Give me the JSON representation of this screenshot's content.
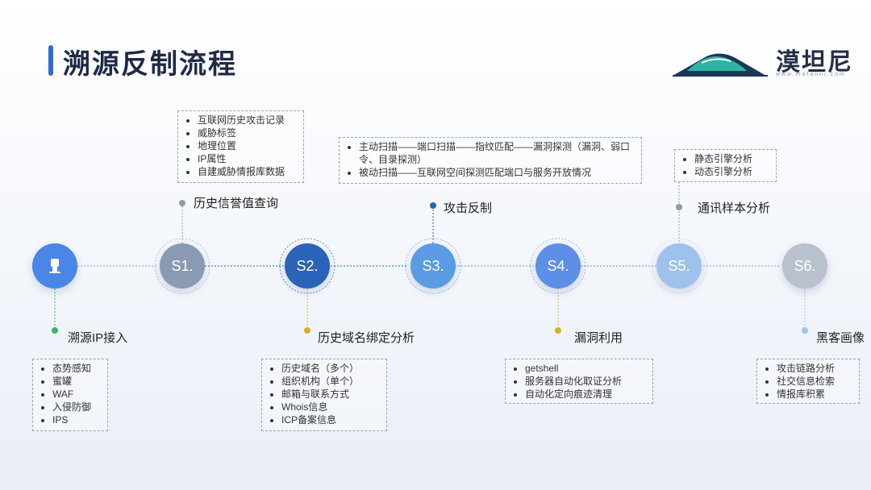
{
  "header": {
    "title": "溯源反制流程"
  },
  "brand": {
    "name": "漠坦尼",
    "url": "www.motanni.com"
  },
  "start": {
    "label": "溯源IP接入",
    "items": [
      "态势感知",
      "蜜罐",
      "WAF",
      "入侵防御",
      "IPS"
    ]
  },
  "steps": [
    {
      "id": "S1.",
      "label": "历史信誉值查询",
      "items": [
        "互联网历史攻击记录",
        "威胁标签",
        "地理位置",
        "IP属性",
        "自建威胁情报库数据"
      ]
    },
    {
      "id": "S2.",
      "label": "历史域名绑定分析",
      "items": [
        "历史域名（多个）",
        "组织机构（单个）",
        "邮箱与联系方式",
        "Whois信息",
        "ICP备案信息"
      ]
    },
    {
      "id": "S3.",
      "label": "攻击反制",
      "items": [
        "主动扫描——端口扫描——指纹匹配——漏洞探测（漏洞、弱口令、目录探测）",
        "被动扫描——互联网空间探测匹配端口与服务开放情况"
      ]
    },
    {
      "id": "S4.",
      "label": "漏洞利用",
      "items": [
        "getshell",
        "服务器自动化取证分析",
        "自动化定向痕迹清理"
      ]
    },
    {
      "id": "S5.",
      "label": "通讯样本分析",
      "items": [
        "静态引擎分析",
        "动态引擎分析"
      ]
    },
    {
      "id": "S6.",
      "label": "黑客画像",
      "items": [
        "攻击链路分析",
        "社交信息检索",
        "情报库积累"
      ]
    }
  ],
  "colors": {
    "start": "#4a86e8",
    "s1": "#8a9ab3",
    "s2": "#2a63b8",
    "s3": "#5b9be3",
    "s4": "#5d8fe6",
    "s5": "#9ec2ec",
    "s6": "#b9c1cc"
  }
}
